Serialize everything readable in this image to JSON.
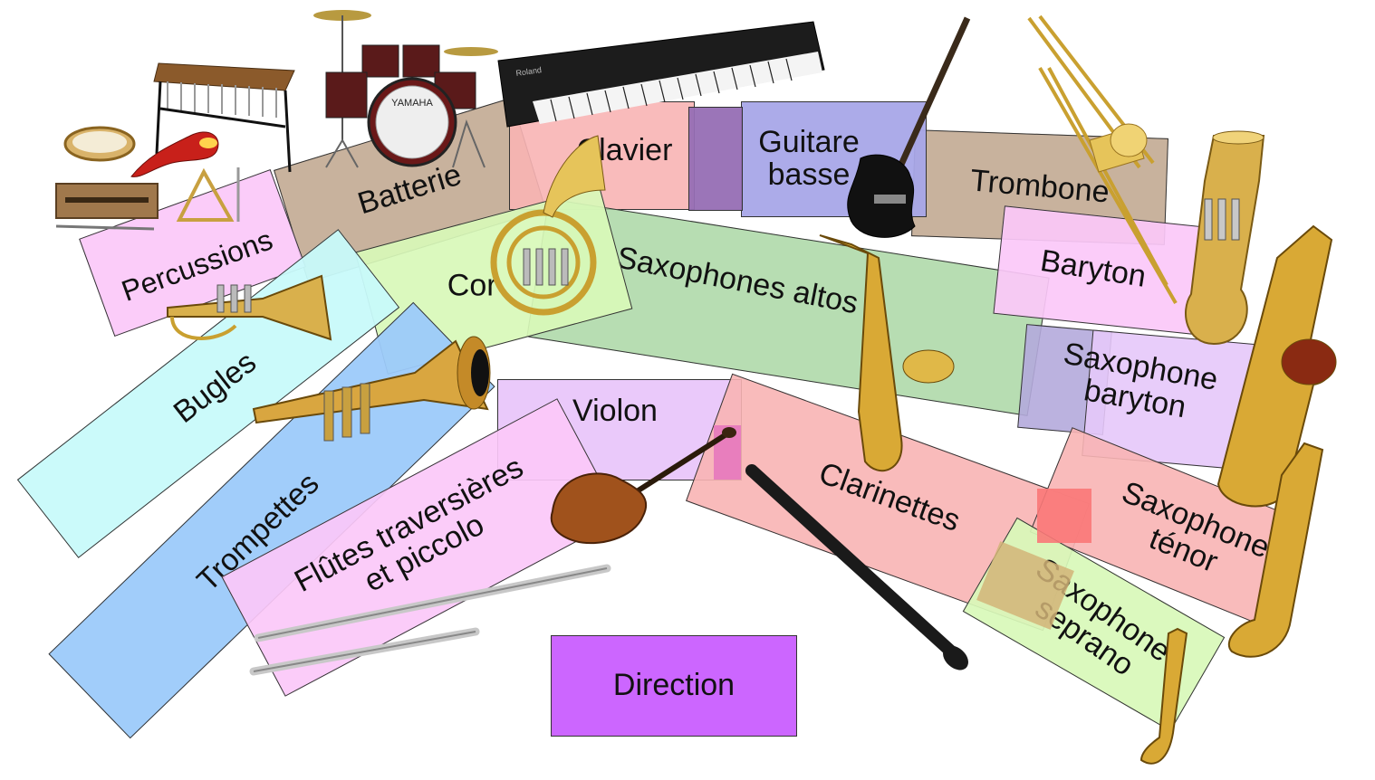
{
  "colors": {
    "pink": "#fbc8f8",
    "tan": "#c8b09a",
    "salmon": "#f8b4b4",
    "lavender": "#a8a6e8",
    "purple": "#9a7ab4",
    "green": "#b8dfb0",
    "lightgreen": "#d8f8b8",
    "cyan": "#c8fafa",
    "blue": "#9ccafa",
    "violet": "#e8c4fa",
    "direction": "#cc66ff"
  },
  "sections": {
    "percussions": "Percussions",
    "batterie": "Batterie",
    "clavier": "Clavier",
    "guitare_basse": "Guitare\nbasse",
    "trombone": "Trombone",
    "baryton": "Baryton",
    "cor": "Cor",
    "saxophones_altos": "Saxophones altos",
    "saxophone_baryton": "Saxophone\nbaryton",
    "bugles": "Bugles",
    "trompettes": "Trompettes",
    "violon": "Violon",
    "flutes": "Flûtes traversières\net piccolo",
    "clarinettes": "Clarinettes",
    "saxophone_tenor": "Saxophone\nténor",
    "saxophone_soprano": "Saxophone\nseprano",
    "direction": "Direction"
  },
  "instruments": {
    "keyboard_brand": "Roland"
  }
}
